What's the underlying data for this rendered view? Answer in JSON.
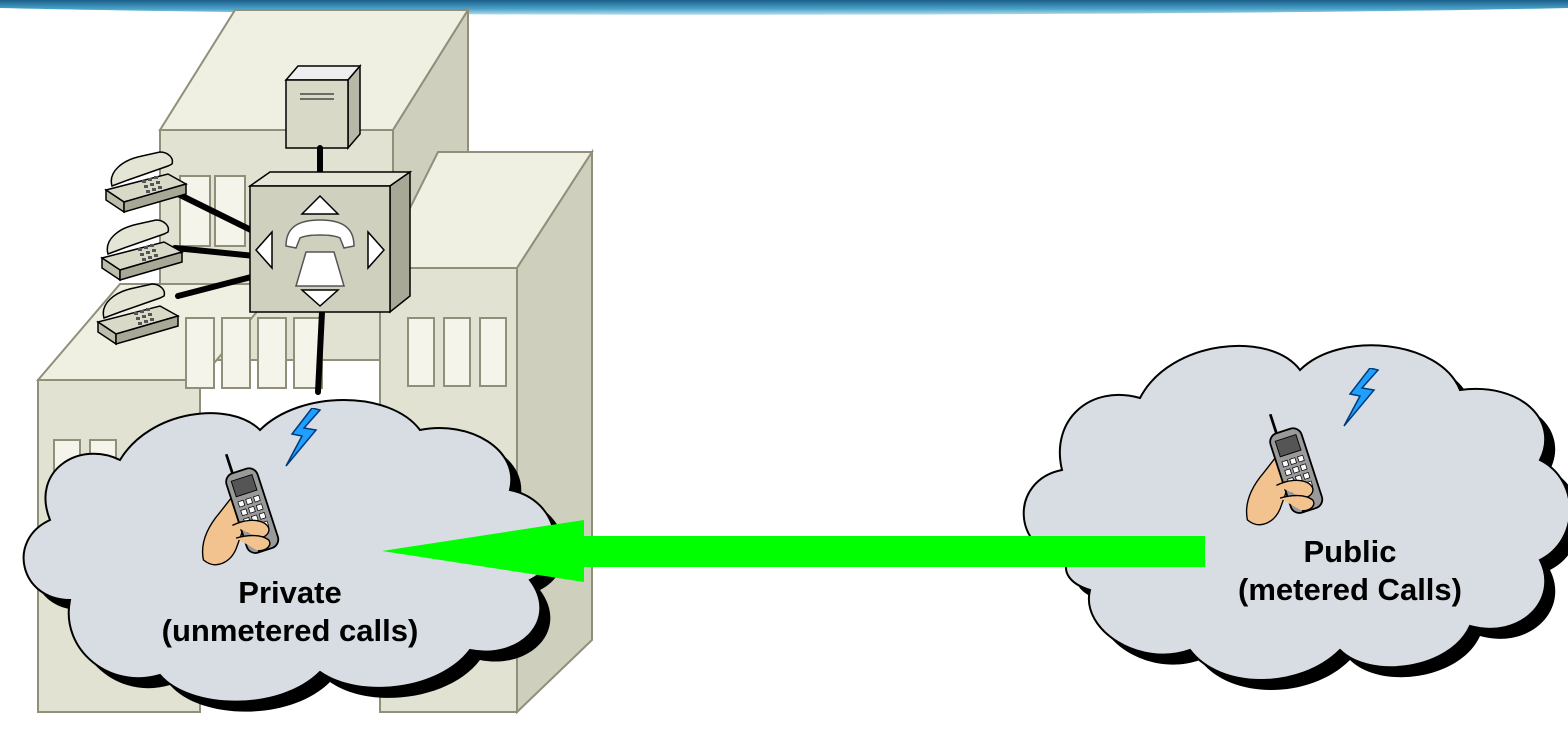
{
  "diagram": {
    "private_cloud": {
      "label_line1": "Private",
      "label_line2": "(unmetered calls)"
    },
    "public_cloud": {
      "label_line1": "Public",
      "label_line2": "(metered Calls)"
    },
    "arrow": {
      "from": "public_cloud",
      "to": "private_cloud",
      "color": "#00ff00"
    },
    "colors": {
      "banner": "#3b8fb8",
      "building": "#e6e6d6",
      "building_stroke": "#8f8f7a",
      "cloud": "#d7dde2",
      "pbx": "#d4d4c2",
      "lightning": "#1fa0ff",
      "arrow": "#00ff00"
    }
  }
}
